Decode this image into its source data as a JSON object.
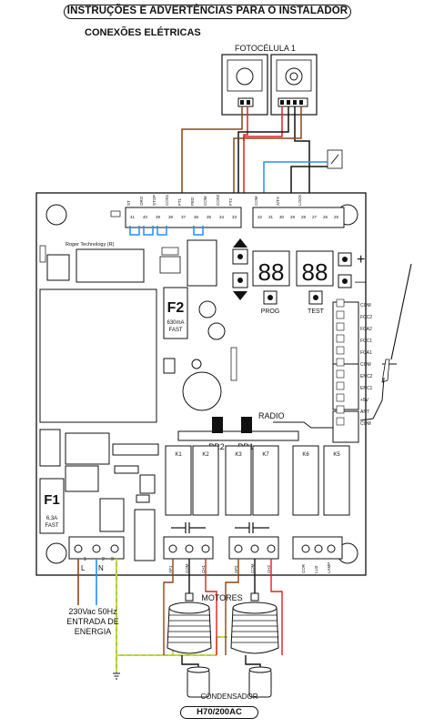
{
  "header": {
    "title": "INSTRUÇÕES E ADVERTÊNCIAS PARA O INSTALADOR",
    "subtitle": "CONEXÕES ELÉTRICAS"
  },
  "photocell": {
    "label": "FOTOCÉLULA 1"
  },
  "board": {
    "brand": "Roger Technology (R)",
    "fuse_f2": {
      "name": "F2",
      "rating": "630mA",
      "speed": "FAST"
    },
    "fuse_f1": {
      "name": "F1",
      "rating": "6,3A",
      "speed": "FAST"
    },
    "buttons": {
      "prog": "PROG",
      "test": "TEST",
      "plus": "+",
      "minus": "—"
    },
    "displays": {
      "left": "88",
      "right": "88"
    },
    "radio": "RADIO",
    "trimmers": {
      "pr2": "PR2",
      "pr1": "PR1"
    },
    "relays": [
      "K1",
      "K2",
      "K3",
      "K7",
      "K6",
      "K5"
    ],
    "side_terminals": [
      "COM",
      "FCC2",
      "FCA2",
      "FCC1",
      "FCA1",
      "COM",
      "ENC2",
      "ENC1",
      "+5V",
      "ANT",
      "COM"
    ],
    "top_terminals": [
      "41",
      "40",
      "39",
      "38",
      "37",
      "36",
      "35",
      "34",
      "33",
      "32",
      "31",
      "30",
      "29",
      "28",
      "27",
      "26",
      "25"
    ],
    "top_terminal_labels": [
      "ST",
      "ORO",
      "STOP",
      "COS1",
      "FT1",
      "PED",
      "COM",
      "COS2",
      "FT2",
      "COM",
      "",
      "A/TX",
      "",
      "LOCK",
      "",
      "",
      ""
    ],
    "power_terminals": [
      "1",
      "2",
      "3"
    ],
    "motor_terminals": [
      "AP1",
      "COM",
      "CH1",
      "AP2",
      "COM",
      "CH2"
    ],
    "aux_terminals": [
      "COR",
      "LUZ",
      "LAMP"
    ]
  },
  "power": {
    "l": "L",
    "n": "N",
    "line1": "230Vac 50Hz",
    "line2": "ENTRADA DE",
    "line3": "ENERGIA"
  },
  "motors": {
    "label": "MOTORES"
  },
  "capacitor": {
    "label": "CONDENSADOR"
  },
  "footer": {
    "model": "H70/200AC"
  },
  "colors": {
    "brown": "#8b4513",
    "red": "#e02020",
    "blue": "#1e90ff",
    "green_yellow": "#7bc043",
    "black": "#111111"
  }
}
